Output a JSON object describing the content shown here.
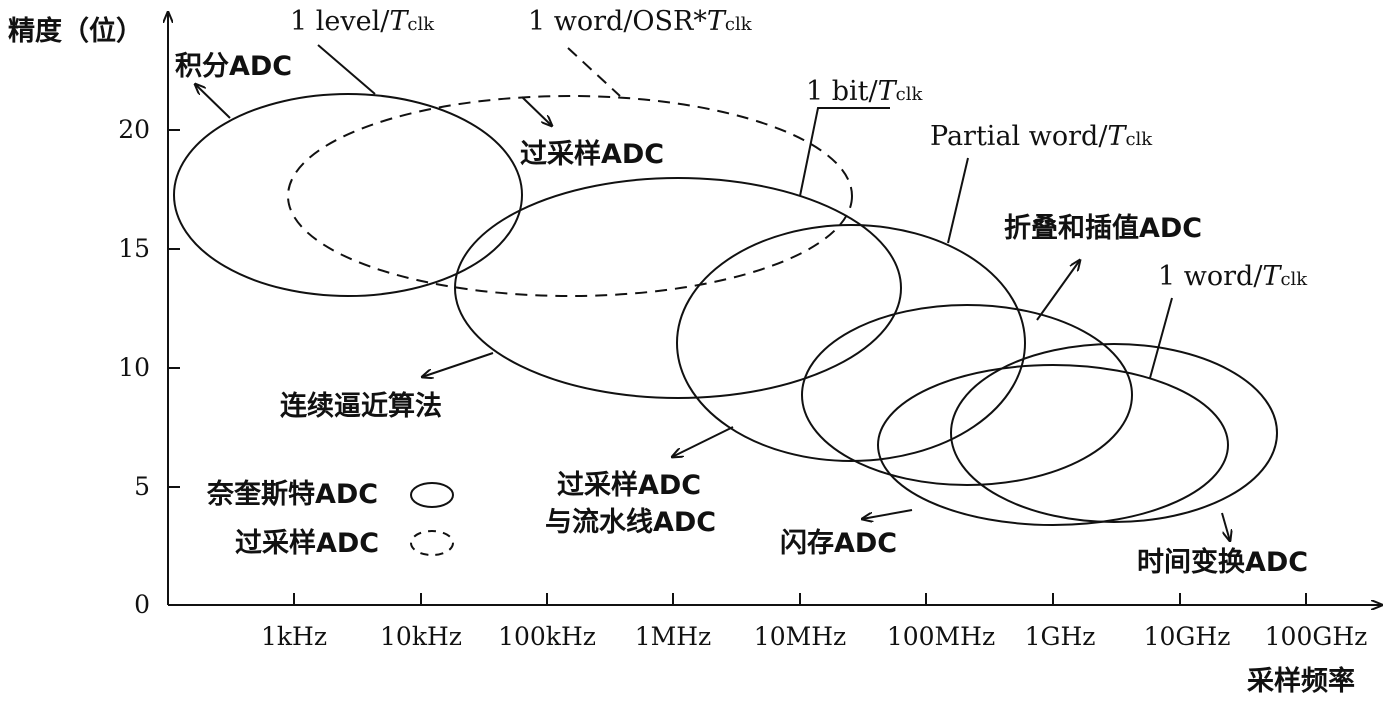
{
  "axes": {
    "y_title": "精度（位）",
    "x_title": "采样频率",
    "y_ticks": [
      "0",
      "5",
      "10",
      "15",
      "20"
    ],
    "x_ticks": [
      "1kHz",
      "10kHz",
      "100kHz",
      "1MHz",
      "10MHz",
      "100MHz",
      "1GHz",
      "10GHz",
      "100GHz"
    ]
  },
  "regions": {
    "integrating": "积分ADC",
    "oversampling": "过采样ADC",
    "sar": "连续逼近算法",
    "oversampling_pipeline_1": "过采样ADC",
    "oversampling_pipeline_2": "与流水线ADC",
    "folding_interpolating": "折叠和插值ADC",
    "flash": "闪存ADC",
    "time_interleaved": "时间变换ADC"
  },
  "rates": {
    "level_main": "1 level/",
    "oversample_main": "1 word/OSR*",
    "bit_main": "1 bit/",
    "partial_main": "Partial word/",
    "word_main": "1 word/",
    "T": "T",
    "clk": "clk"
  },
  "legend": {
    "nyquist": "奈奎斯特ADC",
    "oversampling": "过采样ADC"
  }
}
